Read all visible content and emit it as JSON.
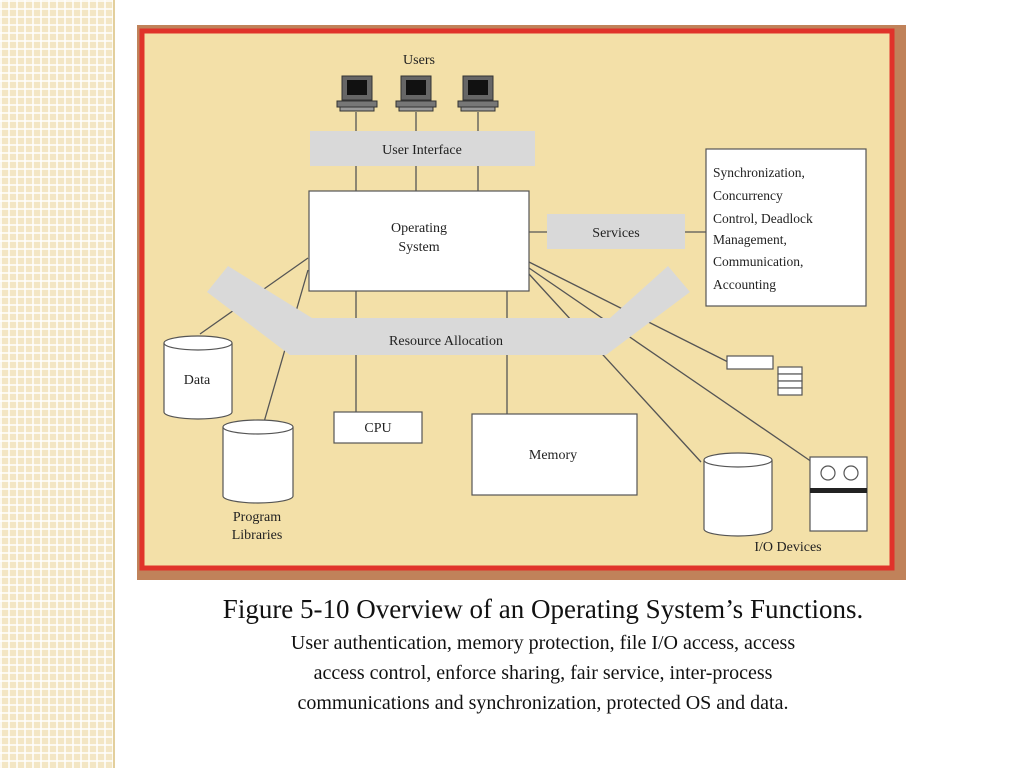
{
  "diagram": {
    "users_label": "Users",
    "user_interface_label": "User Interface",
    "operating_system_label": [
      "Operating",
      "System"
    ],
    "services_label": "Services",
    "services_detail": [
      "Synchronization,",
      "Concurrency",
      "Control, Deadlock",
      "Management,",
      "Communication,",
      "Accounting"
    ],
    "resource_allocation_label": "Resource Allocation",
    "data_label": "Data",
    "program_libraries_label": [
      "Program",
      "Libraries"
    ],
    "cpu_label": "CPU",
    "memory_label": "Memory",
    "io_devices_label": "I/O  Devices"
  },
  "caption": {
    "title": "Figure 5-10  Overview of an Operating System’s Functions.",
    "lines": [
      "User authentication, memory protection, file I/O access, access",
      "access control, enforce sharing, fair service, inter-process",
      "communications and synchronization, protected OS and data."
    ]
  },
  "colors": {
    "frame": "#c0825a",
    "border": "#e0332a",
    "panel": "#f3e0a8",
    "box_gray": "#d9d9d9"
  }
}
